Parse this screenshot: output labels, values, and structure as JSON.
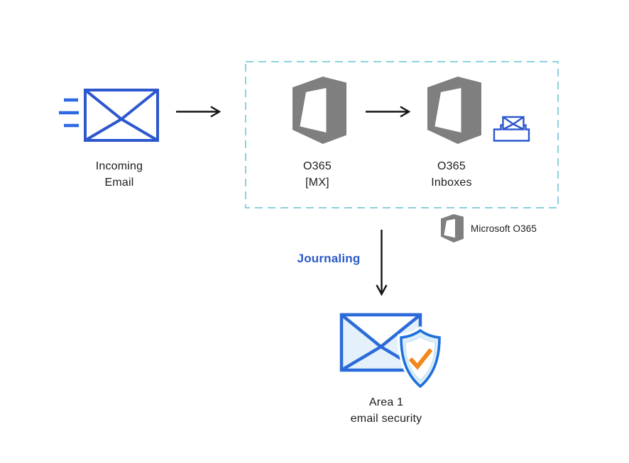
{
  "colors": {
    "background": "#FFFFFF",
    "envelope_blue": "#2C57CE",
    "speed_line_blue": "#2E68E3",
    "dashed_border_teal": "#8AD2DE",
    "office_gray": "#7F7F7F",
    "arrow_black": "#141414",
    "journaling_blue": "#2B5AC7",
    "area1_border_blue": "#2A6BD9",
    "area1_fill_blue": "#E4F0FA",
    "shield_border_blue": "#1E70DC",
    "shield_fill_blue": "#DDEEF9",
    "inner_shield_outline": "#B9DFF5",
    "check_orange": "#F2871C",
    "text_black": "#1C1C1C"
  },
  "nodes": {
    "incoming_email": {
      "icon": "incoming-envelope-icon",
      "label_lines": [
        "Incoming",
        "Email"
      ]
    },
    "o365_mx": {
      "icon": "office365-icon",
      "label_lines": [
        "O365",
        "[MX]"
      ]
    },
    "o365_inboxes": {
      "icon": "office365-icon",
      "secondary_icon": "inbox-envelope-icon",
      "label_lines": [
        "O365",
        "Inboxes"
      ]
    },
    "area1": {
      "icon": "envelope-shield-check-icon",
      "label_lines": [
        "Area 1",
        "email security"
      ]
    }
  },
  "legend": {
    "icon": "office365-icon",
    "label": "Microsoft O365"
  },
  "edges": {
    "journaling_label": "Journaling"
  }
}
